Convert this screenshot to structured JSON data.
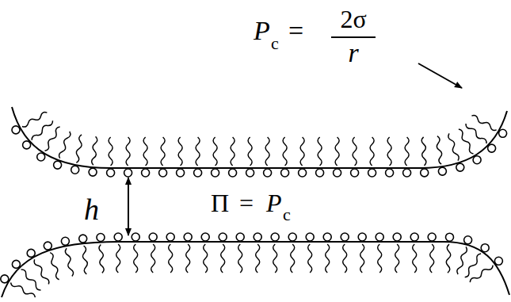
{
  "diagram": {
    "labels": [
      "P",
      "c",
      "=",
      "2σ",
      "r",
      "h",
      "Π",
      "=",
      "P",
      "c"
    ]
  }
}
